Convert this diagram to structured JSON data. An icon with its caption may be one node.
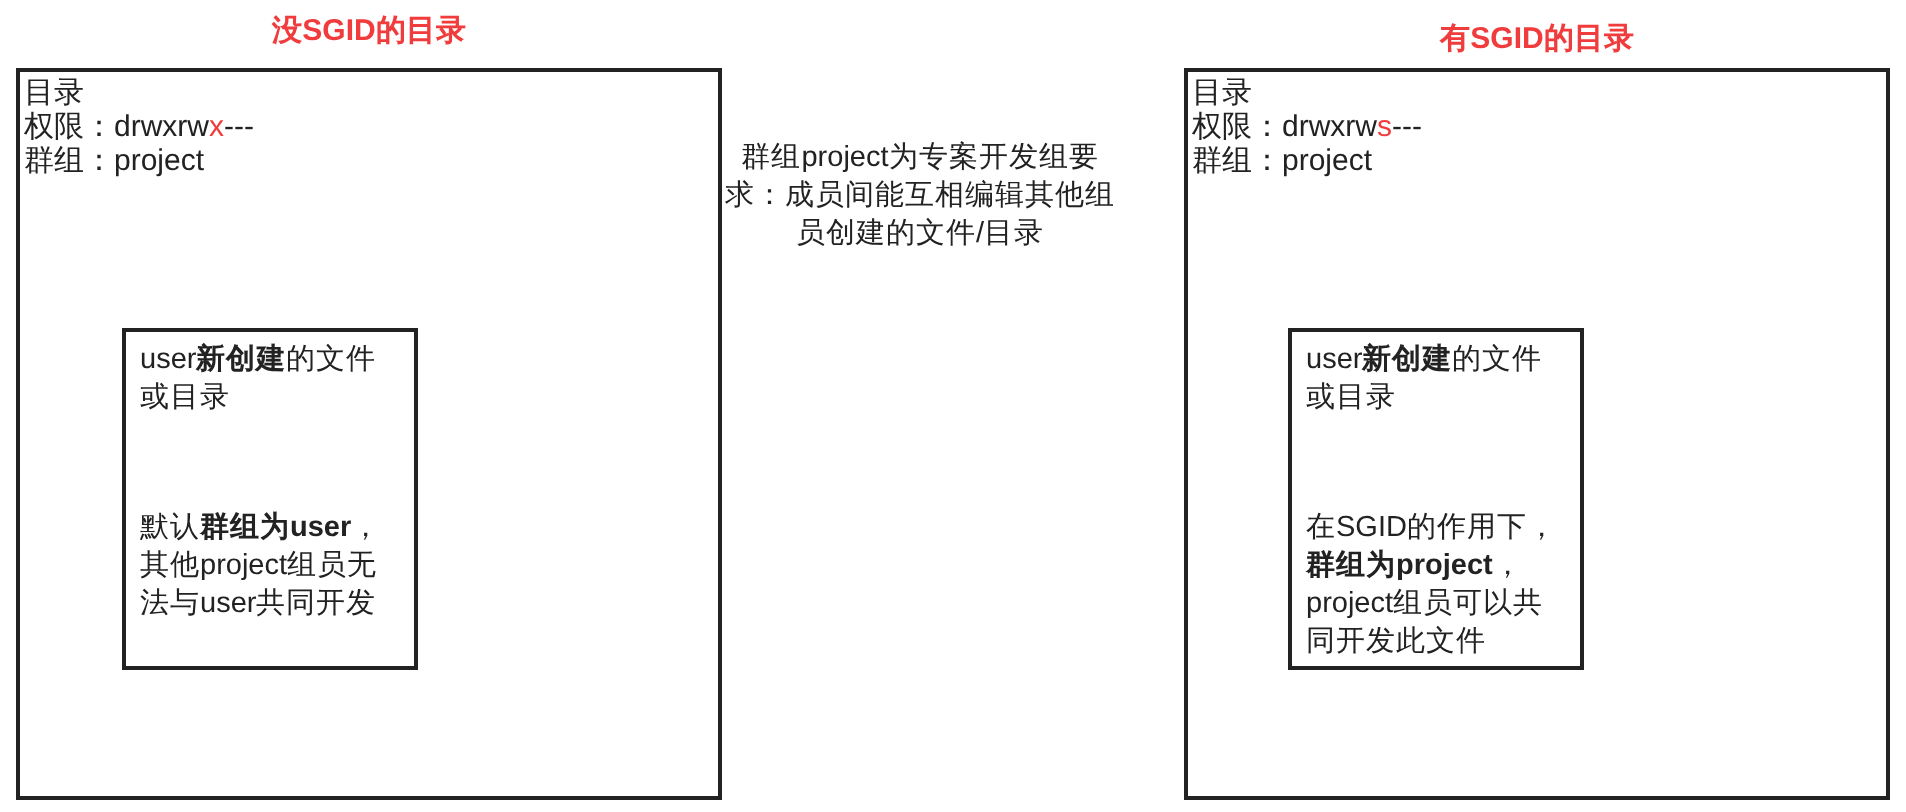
{
  "diagram": {
    "nodes": [
      {
        "text": [
          "没SGID的目录",
          "目录",
          "权限：drwxrwx---",
          "群组：project"
        ]
      },
      {
        "text": [
          "user**新创建**的文件或目录",
          "默认**群组为user**，其他project组员无法与user共同开发"
        ],
        "in": 0
      },
      {
        "text": [
          "有SGID的目录",
          "目录",
          "权限：drwxrws---",
          "群组：project"
        ]
      },
      {
        "text": [
          "user**新创建**的文件或目录",
          "在SGID的作用下，**群组为project**，project组员可以共同开发此文件"
        ],
        "in": 2
      }
    ],
    "labels": [
      "群组project为专案开发组要求：成员间能互相编辑其他组员创建的文件/目录"
    ]
  }
}
